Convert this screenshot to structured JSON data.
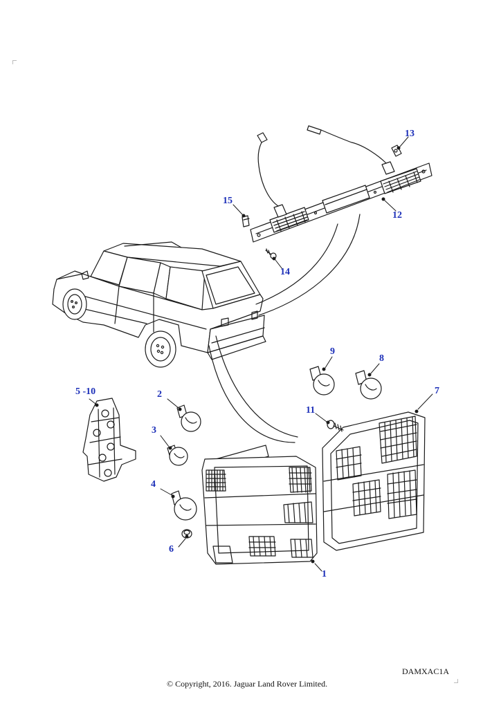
{
  "callouts": {
    "c1": "1",
    "c2": "2",
    "c3": "3",
    "c4": "4",
    "c5_10": "5 -10",
    "c6": "6",
    "c7": "7",
    "c8": "8",
    "c9": "9",
    "c11": "11",
    "c12": "12",
    "c13": "13",
    "c14": "14",
    "c15": "15"
  },
  "footer": {
    "diagram_code": "DAMXAC1A",
    "copyright": "© Copyright, 2016. Jaguar Land Rover Limited."
  },
  "colors": {
    "callout": "#1c2fb8",
    "line": "#1a1a1a"
  }
}
